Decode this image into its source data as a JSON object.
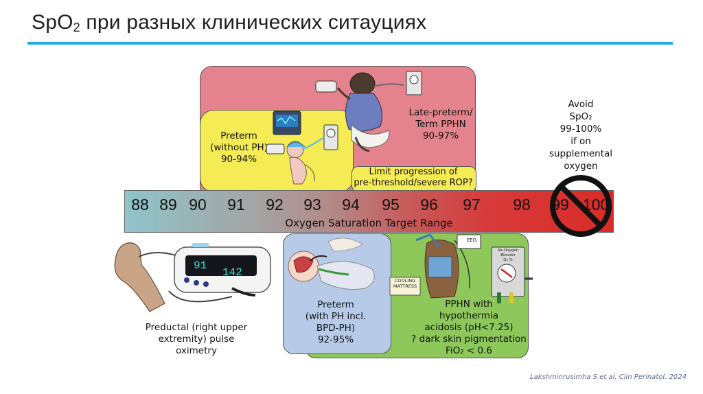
{
  "header": {
    "title_prefix": "SpO",
    "title_sub": "2",
    "title_suffix": " при разных клинических ситауциях"
  },
  "scale": {
    "ticks": [
      "88",
      "89",
      "90",
      "91",
      "92",
      "93",
      "94",
      "95",
      "96",
      "97",
      "98",
      "99",
      "100"
    ],
    "label": "Oxygen Saturation Target Range"
  },
  "groups": {
    "preterm_no_ph": [
      "Preterm",
      "(without PH)",
      "90-94%"
    ],
    "late_preterm": [
      "Late-preterm/",
      "Term PPHN",
      "90-97%"
    ],
    "rop": [
      "Limit progression of",
      "pre-threshold/severe ROP?"
    ],
    "avoid": [
      "Avoid",
      "SpO₂",
      "99-100%",
      "if on",
      "supplemental",
      "oxygen"
    ],
    "preductal": [
      "Preductal (right upper",
      "extremity) pulse",
      "oximetry"
    ],
    "preterm_ph": [
      "Preterm",
      "(with PH incl.",
      "BPD-PH)",
      "92-95%"
    ],
    "pphn_hypo": [
      "PPHN with",
      "hypothermia",
      "acidosis (pH<7.25)",
      "? dark skin pigmentation",
      "FiO₂ < 0.6"
    ]
  },
  "device_labels": {
    "oximeter_left": "91",
    "oximeter_right": "142",
    "eeg": "EEG",
    "cooling": "COOLING",
    "mattress": "MATTRESS",
    "blender": "Air-Oxygen",
    "blender2": "Blender",
    "blender3": "O₂ %"
  },
  "reference": "Lakshminrusimha S et al, Clin Perinatol. 2024",
  "colors": {
    "accent": "#23a8e0",
    "pink_zone": "#e4838d",
    "yellow_zone": "#f5ec55",
    "green_zone": "#8ec75a",
    "blue_zone": "#b7cbe9"
  }
}
